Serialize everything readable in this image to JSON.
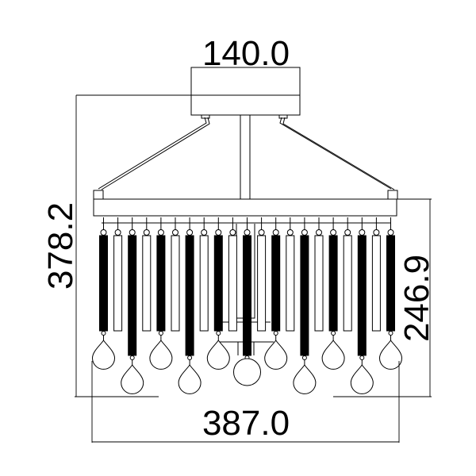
{
  "title": "Chandelier dimension drawing",
  "dimensions": {
    "canopy_width": "140.0",
    "overall_height": "378.2",
    "body_height": "246.9",
    "overall_width": "387.0"
  },
  "pendants": {
    "count": 21,
    "pattern": [
      "black-short",
      "white",
      "black-long",
      "white",
      "black-short",
      "white",
      "black-long",
      "white",
      "black-short",
      "white",
      "black-center",
      "white",
      "black-short",
      "white",
      "black-long",
      "white",
      "black-short",
      "white",
      "black-long",
      "white",
      "black-short"
    ]
  },
  "colors": {
    "line": "#000000",
    "background": "#ffffff"
  }
}
